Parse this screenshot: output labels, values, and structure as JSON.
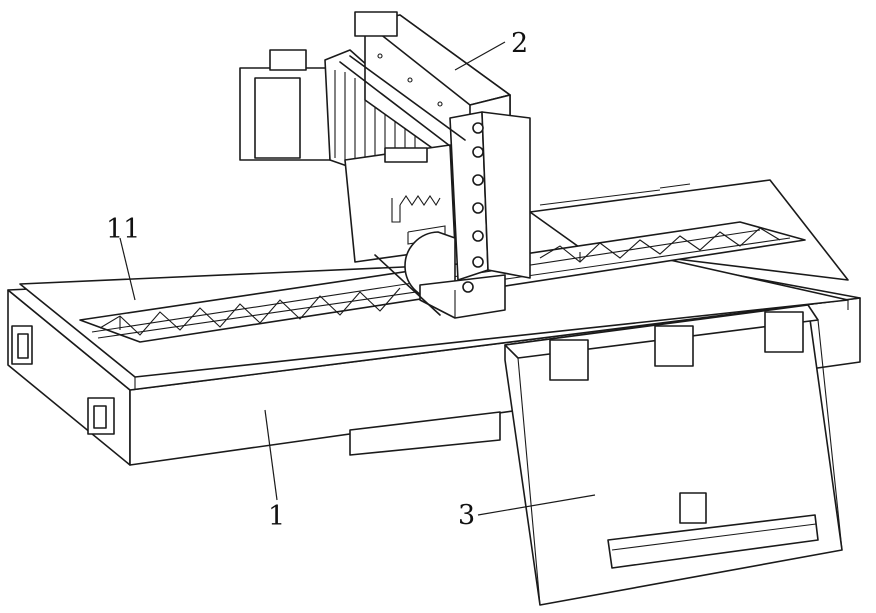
{
  "figure": {
    "callouts": [
      {
        "id": "callout-1",
        "label": "1"
      },
      {
        "id": "callout-2",
        "label": "2"
      },
      {
        "id": "callout-3",
        "label": "3"
      },
      {
        "id": "callout-11",
        "label": "11"
      }
    ],
    "colors": {
      "line": "#1a1a1a",
      "fill": "#ffffff",
      "shade": "#e9e9e9"
    }
  }
}
